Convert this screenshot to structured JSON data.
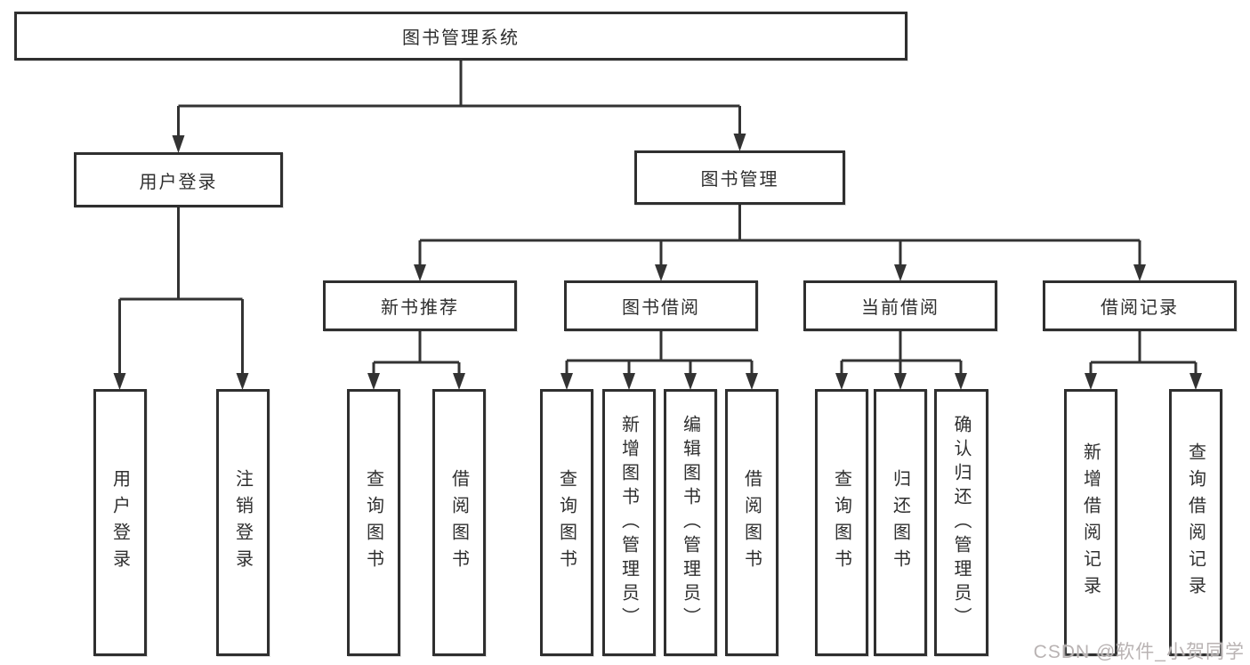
{
  "diagram": {
    "type": "tree-diagram",
    "root": "图书管理系统",
    "level2": {
      "login": "用户登录",
      "management": "图书管理"
    },
    "level3": {
      "new_books": "新书推荐",
      "book_borrow": "图书借阅",
      "current_borrow": "当前借阅",
      "borrow_records": "借阅记录"
    },
    "leaves": {
      "user_login": "用户登录",
      "logout": "注销登录",
      "nb_query": "查询图书",
      "nb_borrow": "借阅图书",
      "bb_query": "查询图书",
      "bb_add": "新增图书（管理员）",
      "bb_edit": "编辑图书（管理员）",
      "bb_borrow": "借阅图书",
      "cb_query": "查询图书",
      "cb_return": "归还图书",
      "cb_confirm": "确认归还（管理员）",
      "br_add": "新增借阅记录",
      "br_query": "查询借阅记录"
    },
    "hierarchy": {
      "图书管理系统": {
        "用户登录": [
          "用户登录",
          "注销登录"
        ],
        "图书管理": {
          "新书推荐": [
            "查询图书",
            "借阅图书"
          ],
          "图书借阅": [
            "查询图书",
            "新增图书（管理员）",
            "编辑图书（管理员）",
            "借阅图书"
          ],
          "当前借阅": [
            "查询图书",
            "归还图书",
            "确认归还（管理员）"
          ],
          "借阅记录": [
            "新增借阅记录",
            "查询借阅记录"
          ]
        }
      }
    },
    "watermark": "CSDN @软件_小贺同学",
    "colors": {
      "line": "#333333",
      "border": "#2f2f2f",
      "background": "#ffffff",
      "watermark": "#b9b3b3"
    }
  }
}
